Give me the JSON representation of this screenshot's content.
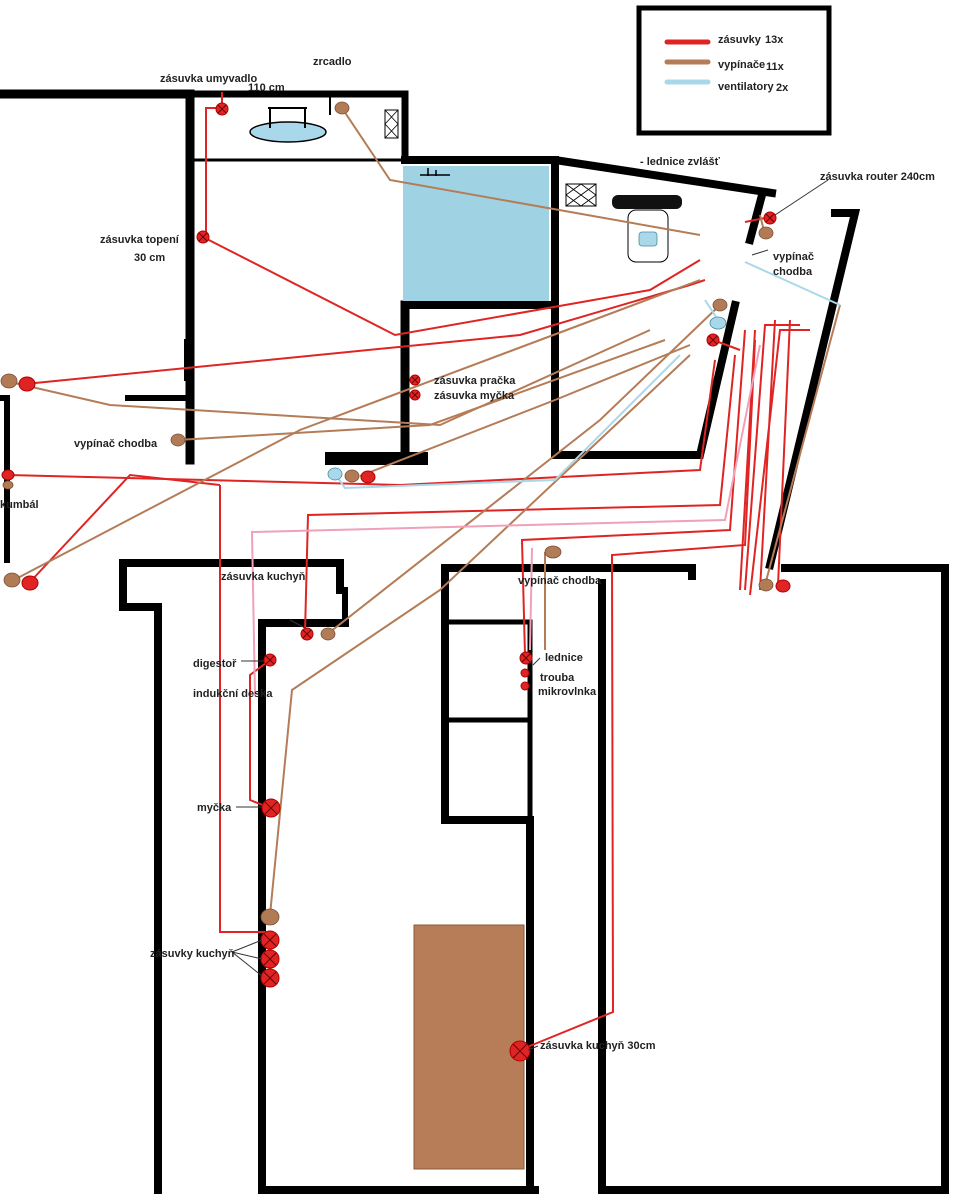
{
  "colors": {
    "socket_wire": "#e02424",
    "switch_wire": "#b47c57",
    "vent_wire": "#a8d8ea",
    "lamp_wire": "#f0a0b8",
    "bath_tile": "#9fd3e4",
    "kitchen_island": "#b77c58"
  },
  "legend": {
    "sockets": "zásuvky",
    "sockets_count": "13x",
    "switches": "vypínače",
    "switches_count": "11x",
    "vents": "ventilatory",
    "vents_count": "2x"
  },
  "labels": {
    "sink_socket": "zásuvka umyvadlo",
    "sink_height": "110 cm",
    "mirror": "zrcadlo",
    "fridge_separate": "- lednice zvlášť",
    "router_socket": "zásuvka router 240cm",
    "heating_socket": "zásuvka topení",
    "heating_height": "30 cm",
    "switch_corridor_right": "vypínač",
    "switch_corridor_right2": "chodba",
    "washer_socket": "zásuvka pračka",
    "dishwasher_socket": "zásuvka myčka",
    "switch_corridor_left": "vypínač chodba",
    "storage": "kumbál",
    "kitchen_socket_top": "zásuvka kuchyň",
    "hood": "digestoř",
    "induction": "indukční deska",
    "dishwasher": "myčka",
    "kitchen_sockets": "zásuvky kuchyň",
    "switch_corridor_mid": "vypínač chodba",
    "fridge": "lednice",
    "oven": "trouba",
    "microwave": "mikrovlnka",
    "kitchen_socket_30": "zásuvka kuchyň 30cm"
  }
}
